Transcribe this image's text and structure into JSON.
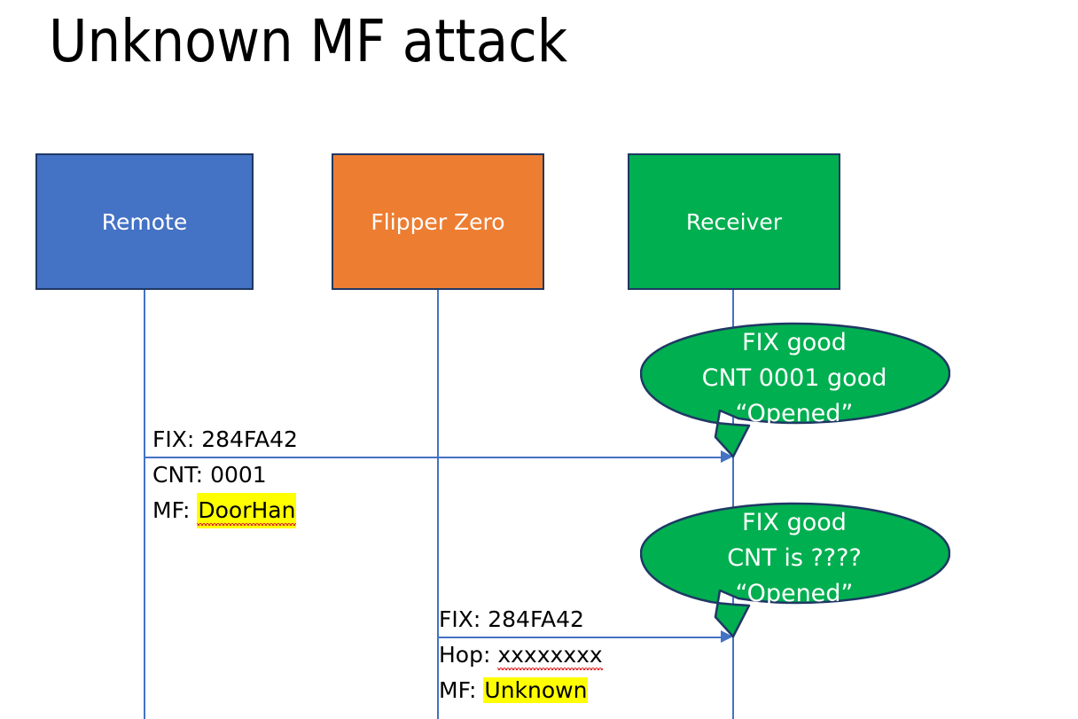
{
  "slide": {
    "title": "Unknown MF attack",
    "background": "#FFFFFF"
  },
  "colors": {
    "remote_fill": "#4472C4",
    "flipper_fill": "#ED7D31",
    "receiver_fill": "#00AF50",
    "box_border": "#1F3864",
    "lifeline": "#4472C4",
    "arrow": "#4472C4",
    "callout_fill": "#00AF50",
    "callout_border": "#1F3864",
    "highlight": "#FFFF00",
    "text_dark": "#000000",
    "text_light": "#FFFFFF",
    "spellcheck_underline": "#E03030"
  },
  "actors": [
    {
      "id": "remote",
      "label": "Remote",
      "fill": "#4472C4"
    },
    {
      "id": "flipper",
      "label": "Flipper Zero",
      "fill": "#ED7D31"
    },
    {
      "id": "receiver",
      "label": "Receiver",
      "fill": "#00AF50"
    }
  ],
  "messages": [
    {
      "id": "msg1",
      "from": "remote",
      "to": "receiver",
      "lines": [
        {
          "label": "FIX: ",
          "value": "284FA42",
          "highlight": false,
          "squiggle": false
        },
        {
          "label": "CNT: ",
          "value": "0001",
          "highlight": false,
          "squiggle": false
        },
        {
          "label": "MF: ",
          "value": "DoorHan",
          "highlight": true,
          "squiggle": true
        }
      ]
    },
    {
      "id": "msg2",
      "from": "flipper",
      "to": "receiver",
      "lines": [
        {
          "label": "FIX: ",
          "value": "284FA42",
          "highlight": false,
          "squiggle": false
        },
        {
          "label": "Hop: ",
          "value": "xxxxxxxx",
          "highlight": false,
          "squiggle": true
        },
        {
          "label": "MF: ",
          "value": "Unknown",
          "highlight": true,
          "squiggle": false
        }
      ]
    }
  ],
  "callouts": [
    {
      "id": "callout1",
      "target": "msg1",
      "lines": [
        "FIX good",
        "CNT 0001 good",
        "“Opened”"
      ]
    },
    {
      "id": "callout2",
      "target": "msg2",
      "lines": [
        "FIX good",
        "CNT is ????",
        "“Opened”"
      ]
    }
  ]
}
